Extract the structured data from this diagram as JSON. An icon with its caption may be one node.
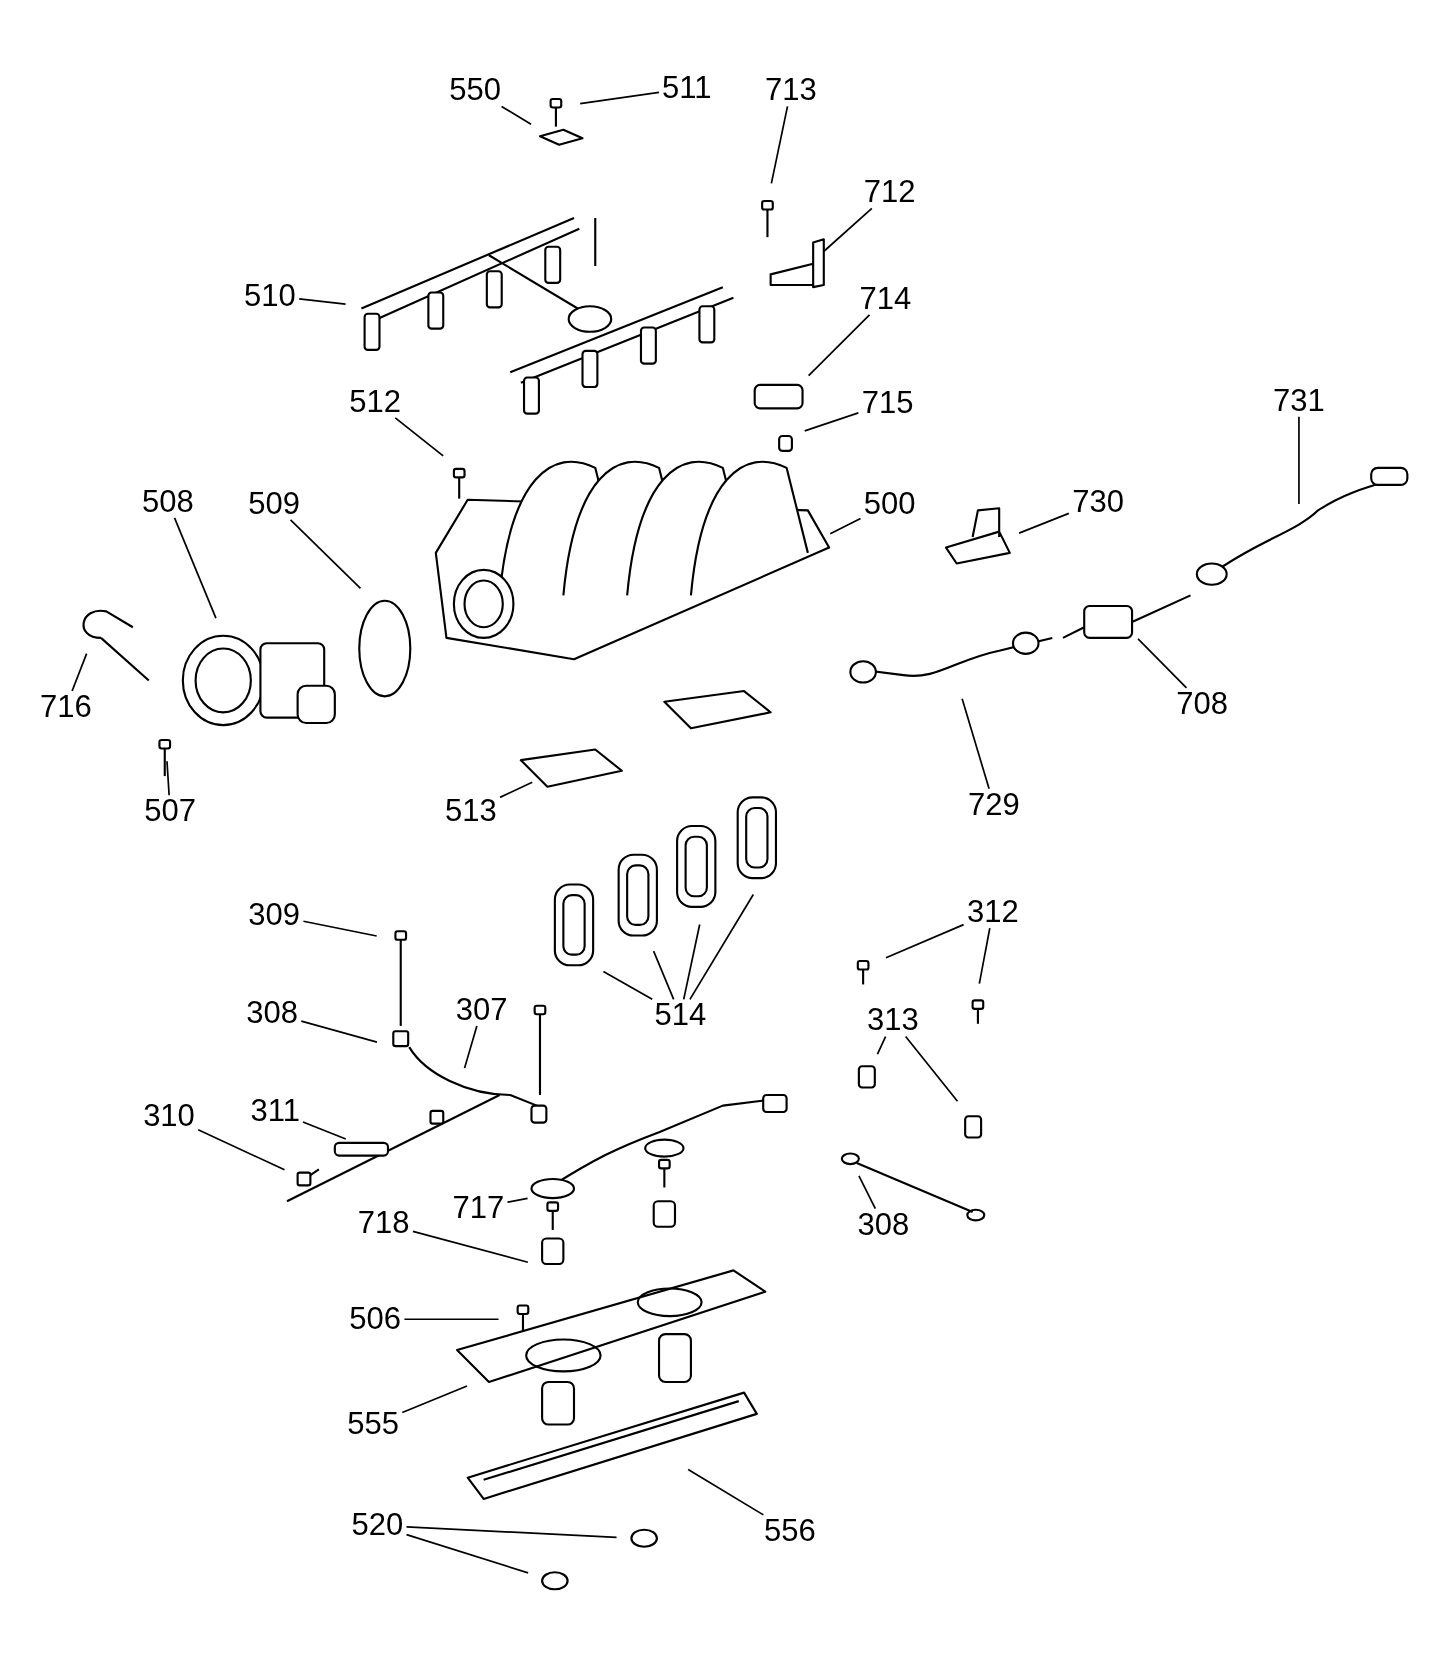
{
  "diagram": {
    "nodes": [
      {
        "text": [
          "550"
        ]
      },
      {
        "text": [
          "511"
        ]
      },
      {
        "text": [
          "713"
        ]
      },
      {
        "text": [
          "712"
        ]
      },
      {
        "text": [
          "510"
        ]
      },
      {
        "text": [
          "714"
        ]
      },
      {
        "text": [
          "512"
        ]
      },
      {
        "text": [
          "715"
        ]
      },
      {
        "text": [
          "731"
        ]
      },
      {
        "text": [
          "508"
        ]
      },
      {
        "text": [
          "509"
        ]
      },
      {
        "text": [
          "500"
        ]
      },
      {
        "text": [
          "730"
        ]
      },
      {
        "text": [
          "716"
        ]
      },
      {
        "text": [
          "708"
        ]
      },
      {
        "text": [
          "729"
        ]
      },
      {
        "text": [
          "507"
        ]
      },
      {
        "text": [
          "513"
        ]
      },
      {
        "text": [
          "309"
        ]
      },
      {
        "text": [
          "312"
        ]
      },
      {
        "text": [
          "514"
        ]
      },
      {
        "text": [
          "308"
        ]
      },
      {
        "text": [
          "307"
        ]
      },
      {
        "text": [
          "313"
        ]
      },
      {
        "text": [
          "310"
        ]
      },
      {
        "text": [
          "311"
        ]
      },
      {
        "text": [
          "717"
        ]
      },
      {
        "text": [
          "718"
        ]
      },
      {
        "text": [
          "308"
        ]
      },
      {
        "text": [
          "506"
        ]
      },
      {
        "text": [
          "555"
        ]
      },
      {
        "text": [
          "556"
        ]
      },
      {
        "text": [
          "520"
        ]
      }
    ],
    "edges": [
      {
        "from": 0,
        "to": null,
        "arrow": "none"
      },
      {
        "from": 1,
        "to": null,
        "arrow": "none"
      },
      {
        "from": 2,
        "to": null,
        "arrow": "none"
      },
      {
        "from": 3,
        "to": null,
        "arrow": "none"
      },
      {
        "from": 4,
        "to": null,
        "arrow": "none"
      },
      {
        "from": 5,
        "to": null,
        "arrow": "none"
      },
      {
        "from": 6,
        "to": null,
        "arrow": "none"
      },
      {
        "from": 7,
        "to": null,
        "arrow": "none"
      },
      {
        "from": 8,
        "to": null,
        "arrow": "none"
      },
      {
        "from": 9,
        "to": null,
        "arrow": "none"
      },
      {
        "from": 10,
        "to": null,
        "arrow": "none"
      },
      {
        "from": 11,
        "to": null,
        "arrow": "none"
      },
      {
        "from": 12,
        "to": null,
        "arrow": "none"
      },
      {
        "from": 13,
        "to": null,
        "arrow": "none"
      },
      {
        "from": 14,
        "to": null,
        "arrow": "none"
      },
      {
        "from": 15,
        "to": null,
        "arrow": "none"
      },
      {
        "from": 16,
        "to": null,
        "arrow": "none"
      },
      {
        "from": 17,
        "to": null,
        "arrow": "none"
      },
      {
        "from": 18,
        "to": null,
        "arrow": "none"
      },
      {
        "from": 19,
        "to": null,
        "arrow": "none"
      },
      {
        "from": 19,
        "to": null,
        "arrow": "none"
      },
      {
        "from": 20,
        "to": null,
        "arrow": "none"
      },
      {
        "from": 20,
        "to": null,
        "arrow": "none"
      },
      {
        "from": 20,
        "to": null,
        "arrow": "none"
      },
      {
        "from": 20,
        "to": null,
        "arrow": "none"
      },
      {
        "from": 21,
        "to": null,
        "arrow": "none"
      },
      {
        "from": 22,
        "to": null,
        "arrow": "none"
      },
      {
        "from": 23,
        "to": null,
        "arrow": "none"
      },
      {
        "from": 23,
        "to": null,
        "arrow": "none"
      },
      {
        "from": 24,
        "to": null,
        "arrow": "none"
      },
      {
        "from": 25,
        "to": null,
        "arrow": "none"
      },
      {
        "from": 26,
        "to": null,
        "arrow": "none"
      },
      {
        "from": 27,
        "to": null,
        "arrow": "none"
      },
      {
        "from": 28,
        "to": null,
        "arrow": "none"
      },
      {
        "from": 29,
        "to": null,
        "arrow": "none"
      },
      {
        "from": 30,
        "to": null,
        "arrow": "none"
      },
      {
        "from": 31,
        "to": null,
        "arrow": "none"
      },
      {
        "from": 32,
        "to": null,
        "arrow": "none"
      },
      {
        "from": 32,
        "to": null,
        "arrow": "none"
      }
    ]
  }
}
